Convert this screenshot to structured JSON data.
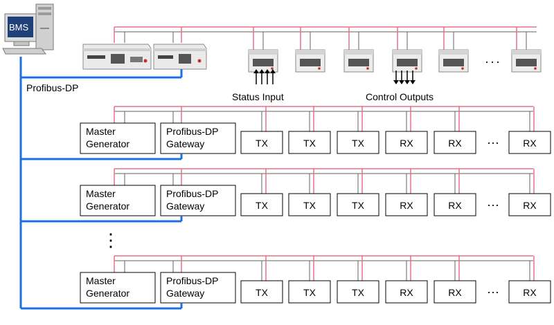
{
  "computer": {
    "label": "BMS"
  },
  "bus": {
    "label": "Profibus-DP"
  },
  "io_labels": {
    "status_input": "Status Input",
    "control_outputs": "Control Outputs"
  },
  "ellipsis": "···",
  "vertical_ellipsis": "⋮",
  "rows": [
    {
      "master": [
        "Master",
        "Generator"
      ],
      "gateway": [
        "Profibus-DP",
        "Gateway"
      ],
      "modules": [
        "TX",
        "TX",
        "TX",
        "RX",
        "RX",
        "RX"
      ]
    },
    {
      "master": [
        "Master",
        "Generator"
      ],
      "gateway": [
        "Profibus-DP",
        "Gateway"
      ],
      "modules": [
        "TX",
        "TX",
        "TX",
        "RX",
        "RX",
        "RX"
      ]
    },
    {
      "master": [
        "Master",
        "Generator"
      ],
      "gateway": [
        "Profibus-DP",
        "Gateway"
      ],
      "modules": [
        "TX",
        "TX",
        "TX",
        "RX",
        "RX",
        "RX"
      ]
    }
  ],
  "colors": {
    "profibus_line": "#1e6fe0",
    "pink_line": "#e8708a",
    "gray_line": "#606060",
    "box_border": "#000000",
    "device_body": "#e6e6e6"
  }
}
